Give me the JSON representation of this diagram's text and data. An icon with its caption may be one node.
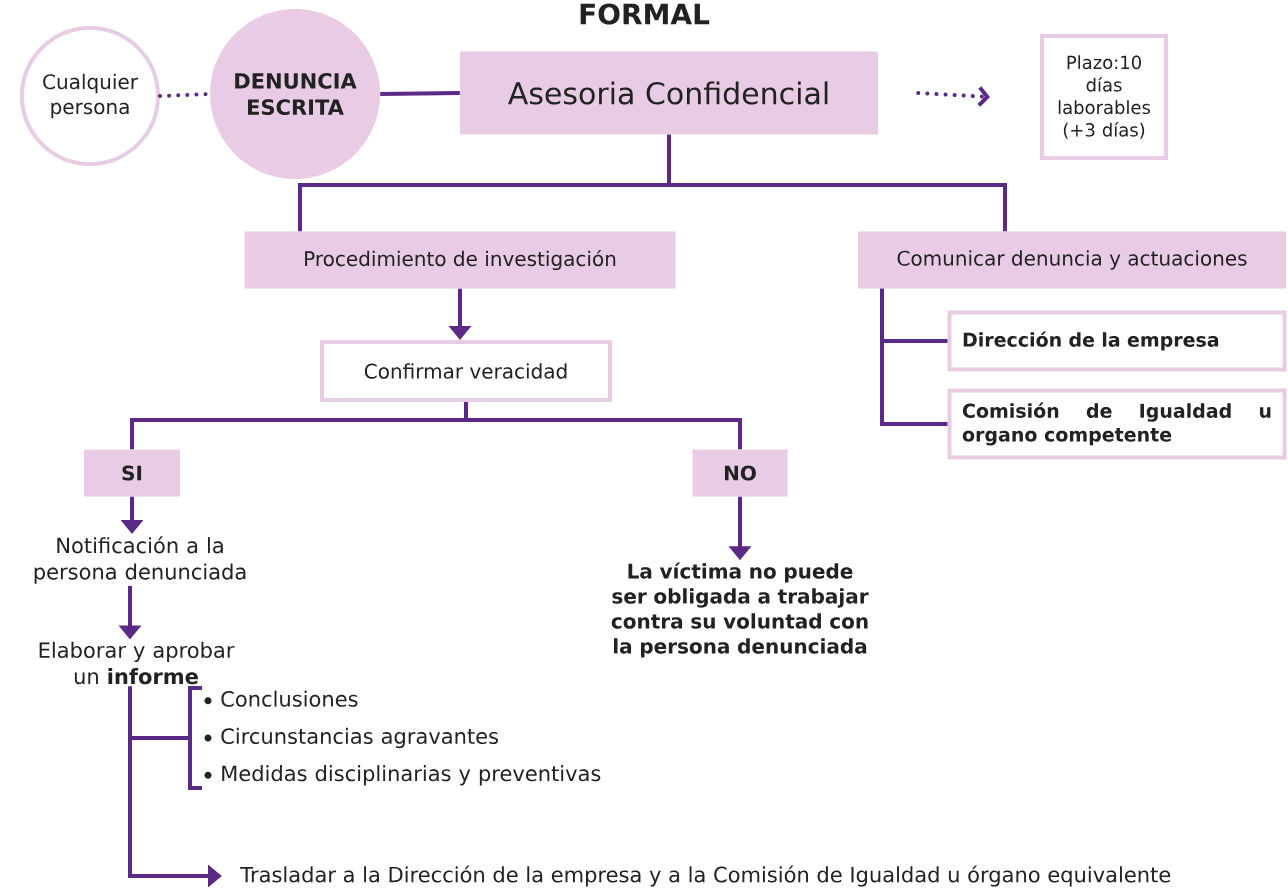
{
  "diagram": {
    "title": "FORMAL",
    "nodes": [
      {
        "text": [
          "Cualquier persona"
        ]
      },
      {
        "text": [
          "DENUNCIA ESCRITA"
        ]
      },
      {
        "text": [
          "Asesoria Confidencial"
        ]
      },
      {
        "text": [
          "Plazo:10 días laborables (+3 días)"
        ]
      },
      {
        "text": [
          "Procedimiento de investigación"
        ]
      },
      {
        "text": [
          "Comunicar denuncia y actuaciones"
        ]
      },
      {
        "text": [
          "Confirmar veracidad"
        ]
      },
      {
        "text": [
          "SI"
        ]
      },
      {
        "text": [
          "NO"
        ]
      },
      {
        "text": [
          "Dirección de la empresa"
        ]
      },
      {
        "text": [
          "Comisión de Igualdad u organo competente"
        ]
      },
      {
        "text": [
          "Notificación a la persona denunciada"
        ]
      },
      {
        "text": [
          "La víctima no puede ser obligada a trabajar contra su voluntad con la persona denunciada"
        ]
      },
      {
        "text": [
          "Elaborar y aprobar un **informe**"
        ]
      },
      {
        "text": [
          "Conclusiones",
          "Circunstancias agravantes",
          "Medidas disciplinarias y preventivas"
        ]
      },
      {
        "text": [
          "Trasladar a la Dirección de la empresa y a la Comisión de Igualdad u órgano equivalente"
        ]
      }
    ],
    "edges": [
      {
        "from": 0,
        "to": 1,
        "arrow": "none",
        "style": "dashed"
      },
      {
        "from": 1,
        "to": 2,
        "arrow": "none"
      },
      {
        "from": 2,
        "to": 3,
        "arrow": "to",
        "style": "dashed"
      },
      {
        "from": 2,
        "to": 4,
        "arrow": "none"
      },
      {
        "from": 2,
        "to": 5,
        "arrow": "none"
      },
      {
        "from": 4,
        "to": 6,
        "arrow": "to"
      },
      {
        "from": 6,
        "to": 7,
        "arrow": "none"
      },
      {
        "from": 6,
        "to": 8,
        "arrow": "none"
      },
      {
        "from": 7,
        "to": 11,
        "arrow": "to"
      },
      {
        "from": 8,
        "to": 12,
        "arrow": "to"
      },
      {
        "from": 5,
        "to": 9,
        "arrow": "none"
      },
      {
        "from": 5,
        "to": 10,
        "arrow": "none"
      },
      {
        "from": 11,
        "to": 13,
        "arrow": "to"
      },
      {
        "from": 13,
        "to": 14,
        "arrow": "none"
      },
      {
        "from": 13,
        "to": 15,
        "arrow": "to"
      }
    ]
  }
}
